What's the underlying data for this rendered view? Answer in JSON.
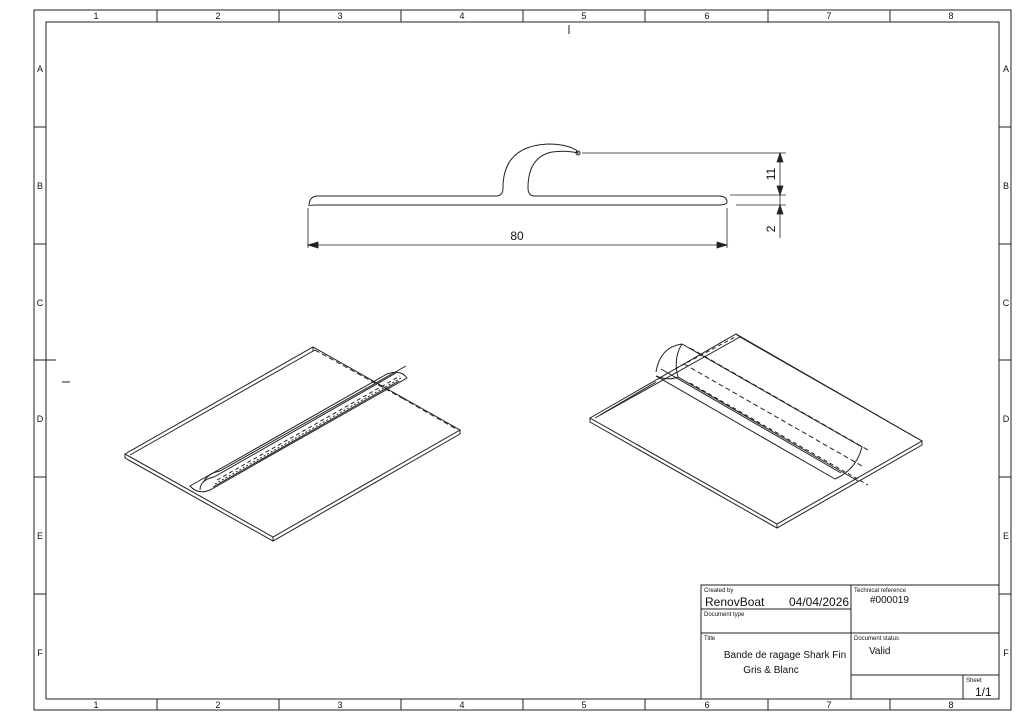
{
  "frame": {
    "columns": [
      "1",
      "2",
      "3",
      "4",
      "5",
      "6",
      "7",
      "8"
    ],
    "rows": [
      "A",
      "B",
      "C",
      "D",
      "E",
      "F"
    ]
  },
  "dimensions": {
    "width": "80",
    "fin_height": "11",
    "thickness": "2"
  },
  "title_block": {
    "created_by_label": "Created by",
    "created_by": "RenovBoat",
    "date": "04/04/2026",
    "document_type_label": "Document type",
    "technical_reference_label": "Technical reference",
    "technical_reference": "#000019",
    "title_label": "Title",
    "title_line1": "Bande de ragage Shark Fin",
    "title_line2": "Gris & Blanc",
    "document_status_label": "Document status",
    "document_status": "Valid",
    "sheet_label": "Sheet",
    "sheet": "1/1"
  },
  "colors": {
    "line": "#222222",
    "background": "#ffffff"
  }
}
